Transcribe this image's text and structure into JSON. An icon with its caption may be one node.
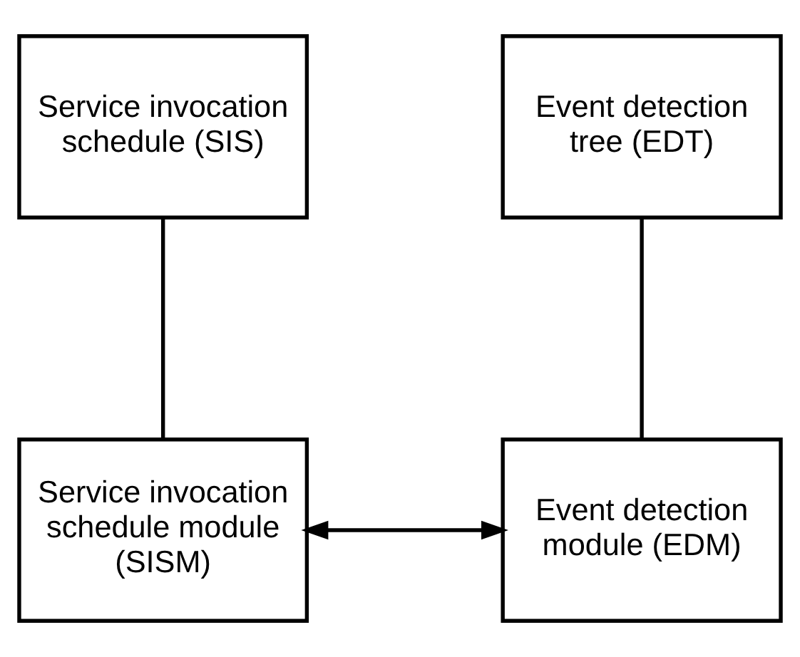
{
  "diagram": {
    "nodes": [
      {
        "text": [
          "Service invocation schedule (SIS)"
        ]
      },
      {
        "text": [
          "Event detection tree (EDT)"
        ]
      },
      {
        "text": [
          "Service invocation schedule module (SISM)"
        ]
      },
      {
        "text": [
          "Event detection module (EDM)"
        ]
      }
    ],
    "edges": [
      {
        "from": 0,
        "to": 2,
        "arrow": "none"
      },
      {
        "from": 1,
        "to": 3,
        "arrow": "none"
      },
      {
        "from": 2,
        "to": 3,
        "arrow": "both"
      }
    ]
  }
}
